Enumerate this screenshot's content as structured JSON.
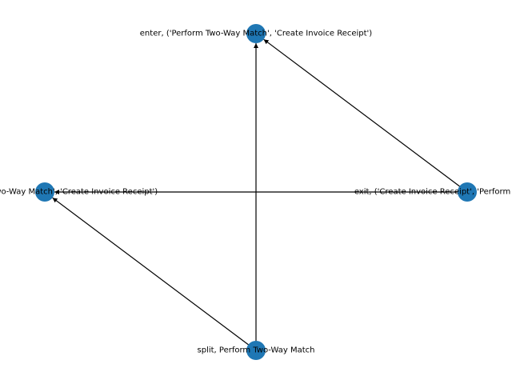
{
  "graph": {
    "nodes": [
      {
        "id": "top",
        "label": "enter, ('Perform Two-Way Match', 'Create Invoice Receipt')"
      },
      {
        "id": "left",
        "label": "exit, ('Perform Two-Way Match', 'Create Invoice Receipt')"
      },
      {
        "id": "right",
        "label": "exit, ('Create Invoice Receipt', 'Perform Two-Way Match')"
      },
      {
        "id": "bottom",
        "label": "split, Perform Two-Way Match"
      }
    ],
    "edges": [
      {
        "from": "bottom",
        "to": "top"
      },
      {
        "from": "right",
        "to": "top"
      },
      {
        "from": "right",
        "to": "left"
      },
      {
        "from": "bottom",
        "to": "left"
      }
    ],
    "colors": {
      "node": "#1f77b4",
      "edge": "#000000",
      "label": "#000000"
    }
  }
}
